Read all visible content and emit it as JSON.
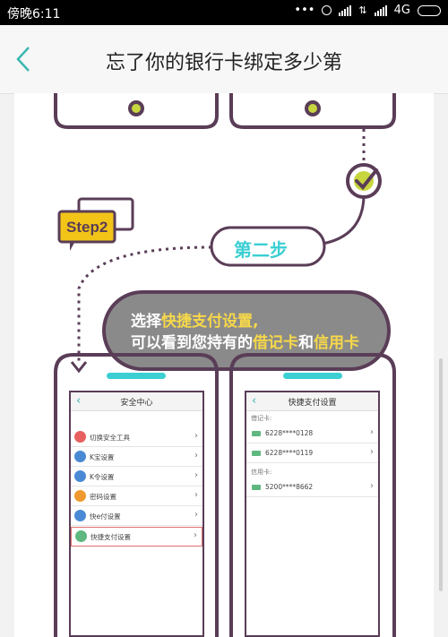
{
  "status_bar": {
    "time": "傍晚6:11",
    "dots": "•••",
    "network": "4G"
  },
  "header": {
    "title": "忘了你的银行卡绑定多少第"
  },
  "step": {
    "badge": "Step2",
    "label": "第二步",
    "bubble_line1_a": "选择",
    "bubble_line1_b": "快捷支付设置,",
    "bubble_line2_a": "可以看到您持有的",
    "bubble_line2_b": "借记卡",
    "bubble_line2_c": "和",
    "bubble_line2_d": "信用卡"
  },
  "left_phone": {
    "title": "安全中心",
    "items": [
      {
        "label": "切换安全工具",
        "color": "#e8605f"
      },
      {
        "label": "K宝设置",
        "color": "#4a8ad4"
      },
      {
        "label": "K令设置",
        "color": "#4a8ad4"
      },
      {
        "label": "密码设置",
        "color": "#ef9a2e"
      },
      {
        "label": "快e付设置",
        "color": "#4a8ad4"
      },
      {
        "label": "快捷支付设置",
        "color": "#5fb880"
      }
    ]
  },
  "right_phone": {
    "title": "快捷支付设置",
    "debit_label": "借记卡:",
    "credit_label": "信用卡:",
    "debit_cards": [
      "6228****0128",
      "6228****0119"
    ],
    "credit_cards": [
      "5200****8662"
    ]
  },
  "colors": {
    "accent": "#3bb7b0",
    "outline": "#5a3d57",
    "highlight": "#f7d84a",
    "bubble": "#8a8a8a"
  }
}
